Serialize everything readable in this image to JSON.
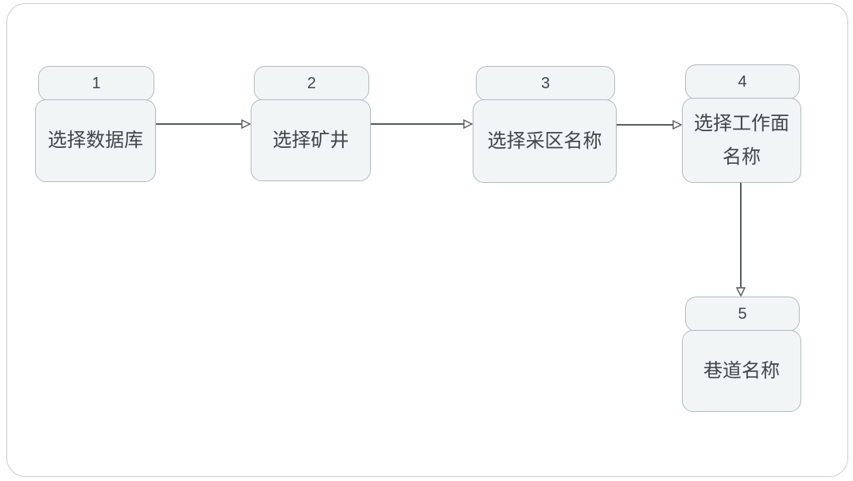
{
  "diagram": {
    "type": "flowchart",
    "nodes": [
      {
        "step": "1",
        "label": "选择数据库"
      },
      {
        "step": "2",
        "label": "选择矿井"
      },
      {
        "step": "3",
        "label": "选择采区名称"
      },
      {
        "step": "4",
        "label": "选择工作面名称"
      },
      {
        "step": "5",
        "label": "巷道名称"
      }
    ],
    "edges": [
      {
        "from": "1",
        "to": "2",
        "direction": "right",
        "arrowhead": "hollow-triangle"
      },
      {
        "from": "2",
        "to": "3",
        "direction": "right",
        "arrowhead": "hollow-triangle"
      },
      {
        "from": "3",
        "to": "4",
        "direction": "right",
        "arrowhead": "hollow-triangle"
      },
      {
        "from": "4",
        "to": "5",
        "direction": "down",
        "arrowhead": "hollow-triangle"
      }
    ],
    "colors": {
      "node_fill": "#f1f5f6",
      "node_border": "#b4babd",
      "arrow": "#565c60",
      "text": "#40464a",
      "frame_border": "#c9ccce",
      "background": "#ffffff"
    }
  }
}
